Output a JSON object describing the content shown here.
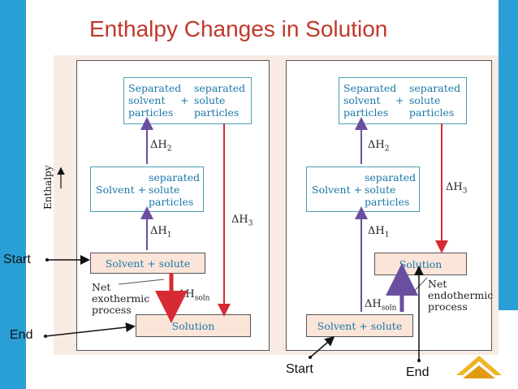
{
  "title": "Enthalpy Changes in Solution",
  "axis_label": "Enthalpy",
  "left_panel": {
    "top_box": {
      "col1": [
        "Separated",
        "solvent",
        "particles"
      ],
      "plus": "+",
      "col2": [
        "separated",
        "solute",
        "particles"
      ]
    },
    "mid_box": {
      "left": "Solvent +",
      "right": [
        "separated",
        "solute",
        "particles"
      ]
    },
    "start_box": "Solvent + solute",
    "end_box": "Solution",
    "dh1": "ΔH",
    "dh1_sub": "1",
    "dh2": "ΔH",
    "dh2_sub": "2",
    "dh3": "ΔH",
    "dh3_sub": "3",
    "dhsoln": "ΔH",
    "dhsoln_sub": "soln",
    "net_note": [
      "Net",
      "exothermic",
      "process"
    ]
  },
  "right_panel": {
    "top_box": {
      "col1": [
        "Separated",
        "solvent",
        "particles"
      ],
      "plus": "+",
      "col2": [
        "separated",
        "solute",
        "particles"
      ]
    },
    "mid_box": {
      "left": "Solvent +",
      "right": [
        "separated",
        "solute",
        "particles"
      ]
    },
    "end_box": "Solution",
    "start_box": "Solvent + solute",
    "dh1": "ΔH",
    "dh1_sub": "1",
    "dh2": "ΔH",
    "dh2_sub": "2",
    "dh3": "ΔH",
    "dh3_sub": "3",
    "dhsoln": "ΔH",
    "dhsoln_sub": "soln",
    "net_note": [
      "Net",
      "endothermic",
      "process"
    ]
  },
  "callouts": {
    "start_left": "Start",
    "end_left": "End",
    "start_bottom": "Start",
    "end_bottom": "End"
  },
  "colors": {
    "title": "#c0392b",
    "accent_blue": "#2a9fd6",
    "purple_arrow": "#6a4fa0",
    "red_arrow": "#d62b35",
    "logo": "#f0b323"
  }
}
